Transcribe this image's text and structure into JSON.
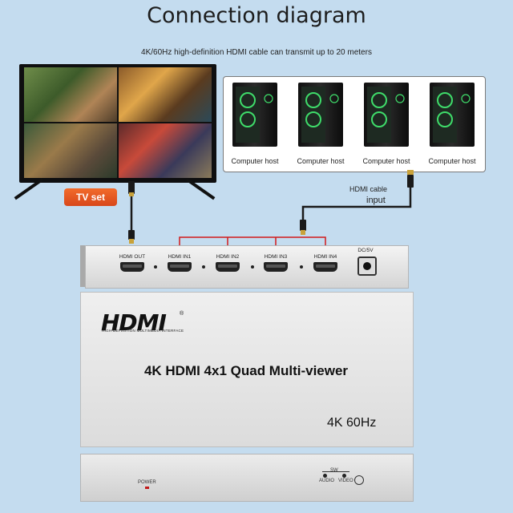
{
  "title": "Connection diagram",
  "subtitle": "4K/60Hz high-definition HDMI cable can transmit up to 20 meters",
  "tv": {
    "badge": "TV set"
  },
  "computers": [
    {
      "label": "Computer host"
    },
    {
      "label": "Computer host"
    },
    {
      "label": "Computer host"
    },
    {
      "label": "Computer host"
    }
  ],
  "cable": {
    "label": "HDMI cable",
    "input_label": "input"
  },
  "back_panel": {
    "ports": [
      "HDMI OUT",
      "HDMI IN1",
      "HDMI IN2",
      "HDMI IN3",
      "HDMI IN4"
    ],
    "power_port": "DC/5V"
  },
  "device": {
    "logo": "HDMI",
    "logo_sub": "HIGH-DEFINITION MULTIMEDIA INTERFACE",
    "product_name": "4K HDMI 4x1 Quad Multi-viewer",
    "spec": "4K 60Hz"
  },
  "front_panel": {
    "power_label": "POWER",
    "sw_label": "SW",
    "audio_label": "AUDIO",
    "video_label": "VIDEO"
  },
  "colors": {
    "background": "#c4dcef",
    "badge": "#e8561f",
    "hdmi_link": "#d11a1a",
    "cable": "#1a1a1a",
    "connector": "#c9a23a"
  },
  "icons": [
    "pc-tower-icon",
    "hdmi-port-icon",
    "dc-jack-icon",
    "led-indicator-icon"
  ]
}
